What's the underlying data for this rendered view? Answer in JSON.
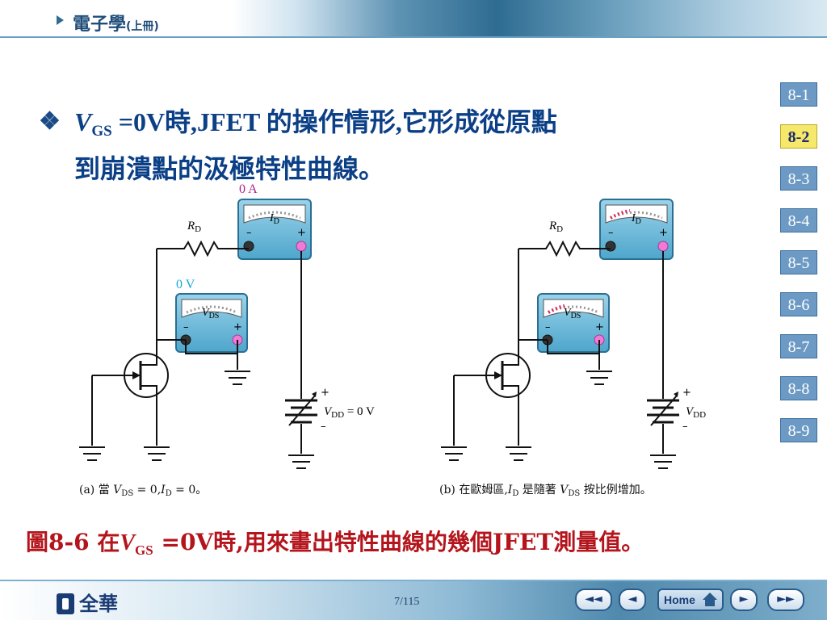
{
  "header": {
    "book_title": "電子學",
    "book_subtitle": "(上冊)"
  },
  "sidebar": {
    "items": [
      {
        "label": "8-1",
        "active": false
      },
      {
        "label": "8-2",
        "active": true
      },
      {
        "label": "8-3",
        "active": false
      },
      {
        "label": "8-4",
        "active": false
      },
      {
        "label": "8-5",
        "active": false
      },
      {
        "label": "8-6",
        "active": false
      },
      {
        "label": "8-7",
        "active": false
      },
      {
        "label": "8-8",
        "active": false
      },
      {
        "label": "8-9",
        "active": false
      }
    ]
  },
  "main": {
    "bullet": "❖",
    "title_v": "V",
    "title_sub": "GS",
    "title_rest": " =0V時,JFET 的操作情形,它形成從原點",
    "title_line2": "到崩潰點的汲極特性曲線。"
  },
  "figure": {
    "a": {
      "id_reading": "0 A",
      "vds_reading": "0 V",
      "rd_label": "R",
      "rd_sub": "D",
      "id_meter_label": "I",
      "id_meter_sub": "D",
      "vds_meter_label": "V",
      "vds_meter_sub": "DS",
      "plus": "+",
      "minus": "–",
      "vdd_label": "V",
      "vdd_sub": "DD",
      "vdd_value": " = 0 V",
      "caption_prefix": "(a) 當 ",
      "caption_v": "V",
      "caption_vsub": "DS",
      "caption_mid": " = 0,",
      "caption_i": "I",
      "caption_isub": "D",
      "caption_end": " = 0。"
    },
    "b": {
      "rd_label": "R",
      "rd_sub": "D",
      "id_meter_label": "I",
      "id_meter_sub": "D",
      "vds_meter_label": "V",
      "vds_meter_sub": "DS",
      "plus": "+",
      "minus": "–",
      "vdd_label": "V",
      "vdd_sub": "DD",
      "caption_prefix": "(b) 在歐姆區,",
      "caption_i": "I",
      "caption_isub": "D",
      "caption_mid": " 是隨著 ",
      "caption_v": "V",
      "caption_vsub": "DS",
      "caption_end": " 按比例增加。"
    }
  },
  "caption": {
    "label": "圖8-6 ",
    "prefix": "在",
    "v": "V",
    "sub": "GS",
    "rest": " =0V時,用來畫出特性曲線的幾個JFET測量值。"
  },
  "footer": {
    "publisher": "全華",
    "page": "7/115",
    "home_label": "Home",
    "nav_first": "◄◄",
    "nav_prev": "◄",
    "nav_next": "►",
    "nav_last": "►►"
  },
  "colors": {
    "title": "#0b3f86",
    "caption": "#b4151c",
    "reading": "#b0208a",
    "vds_reading": "#19a6d8",
    "meter": "#6fb8d8"
  }
}
